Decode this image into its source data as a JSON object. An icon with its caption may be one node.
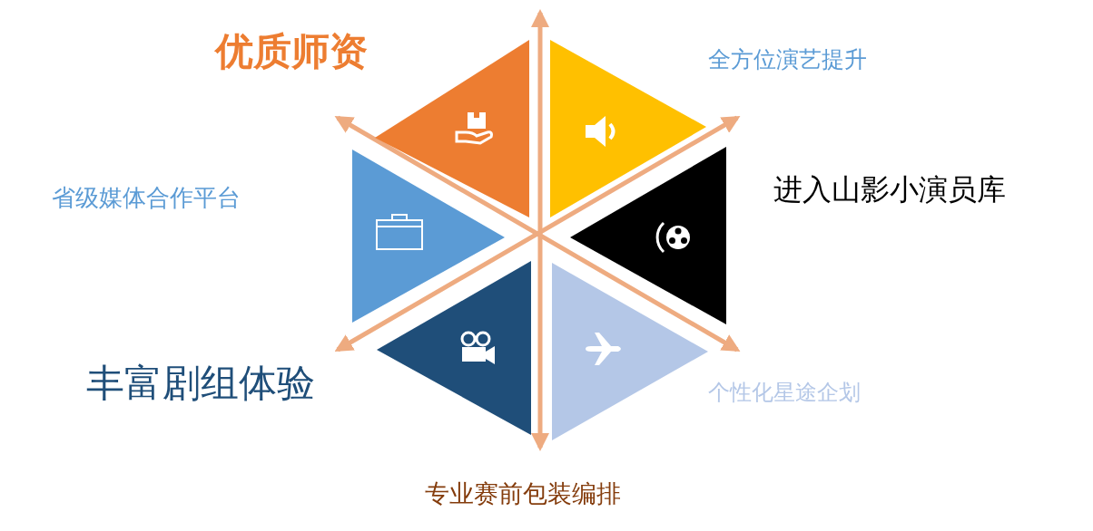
{
  "diagram": {
    "labels": [
      "优质师资",
      "全方位演艺提升",
      "省级媒体合作平台",
      "进入山影小演员库",
      "丰富剧组体验",
      "个性化星途企划",
      "专业赛前包装编排"
    ]
  }
}
